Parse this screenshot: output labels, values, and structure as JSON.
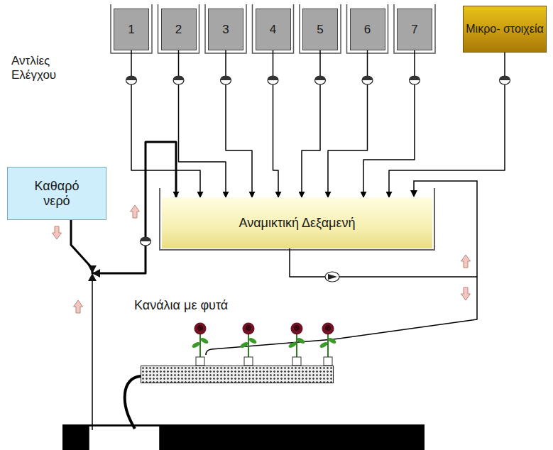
{
  "diagram": {
    "nodes": [
      {
        "text": [
          "1"
        ]
      },
      {
        "text": [
          "2"
        ]
      },
      {
        "text": [
          "3"
        ]
      },
      {
        "text": [
          "4"
        ]
      },
      {
        "text": [
          "5"
        ]
      },
      {
        "text": [
          "6"
        ]
      },
      {
        "text": [
          "7"
        ]
      },
      {
        "text": [
          "Μικρο- στοιχεία"
        ]
      },
      {
        "text": [
          "Καθαρό νερό"
        ]
      },
      {
        "text": [
          "Αναμικτική Δεξαμενή"
        ]
      },
      {
        "text": [
          "Κανάλια με φυτά"
        ]
      }
    ],
    "edges": [
      {
        "from": 0,
        "to": 9,
        "arrow": "to"
      },
      {
        "from": 1,
        "to": 9,
        "arrow": "to"
      },
      {
        "from": 2,
        "to": 9,
        "arrow": "to"
      },
      {
        "from": 3,
        "to": 9,
        "arrow": "to"
      },
      {
        "from": 4,
        "to": 9,
        "arrow": "to"
      },
      {
        "from": 5,
        "to": 9,
        "arrow": "to"
      },
      {
        "from": 6,
        "to": 9,
        "arrow": "to"
      },
      {
        "from": 7,
        "to": 9,
        "arrow": "to"
      },
      {
        "from": 8,
        "to": 9,
        "arrow": "to"
      },
      {
        "from": 9,
        "to": 10,
        "arrow": "none"
      }
    ],
    "labels": [
      "Αντλίες Ελέγχου"
    ]
  }
}
